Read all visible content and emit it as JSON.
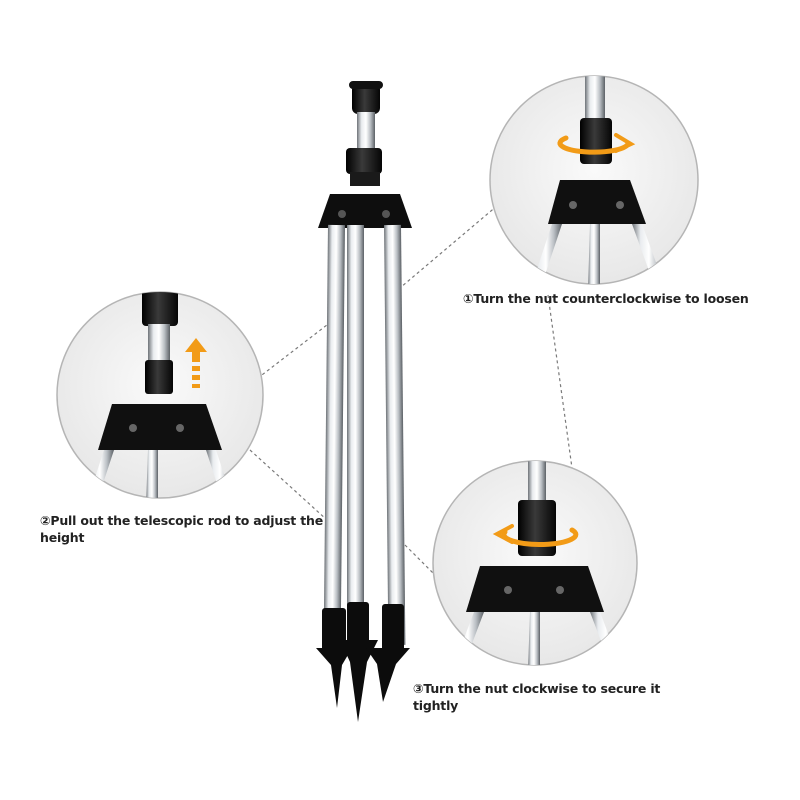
{
  "steps": [
    {
      "text": "①Turn the nut counterclockwise to loosen"
    },
    {
      "text": "②Pull out the telescopic rod to adjust the height"
    },
    {
      "text": "③Turn the nut clockwise to secure it tightly"
    }
  ],
  "colors": {
    "accent": "#F29B17",
    "metal": "#C8CCD0",
    "plastic": "#1A1A1A",
    "circle_bg": "#F3F3F3",
    "circle_border": "#B5B5B5",
    "dashed": "#7A7A7A"
  }
}
